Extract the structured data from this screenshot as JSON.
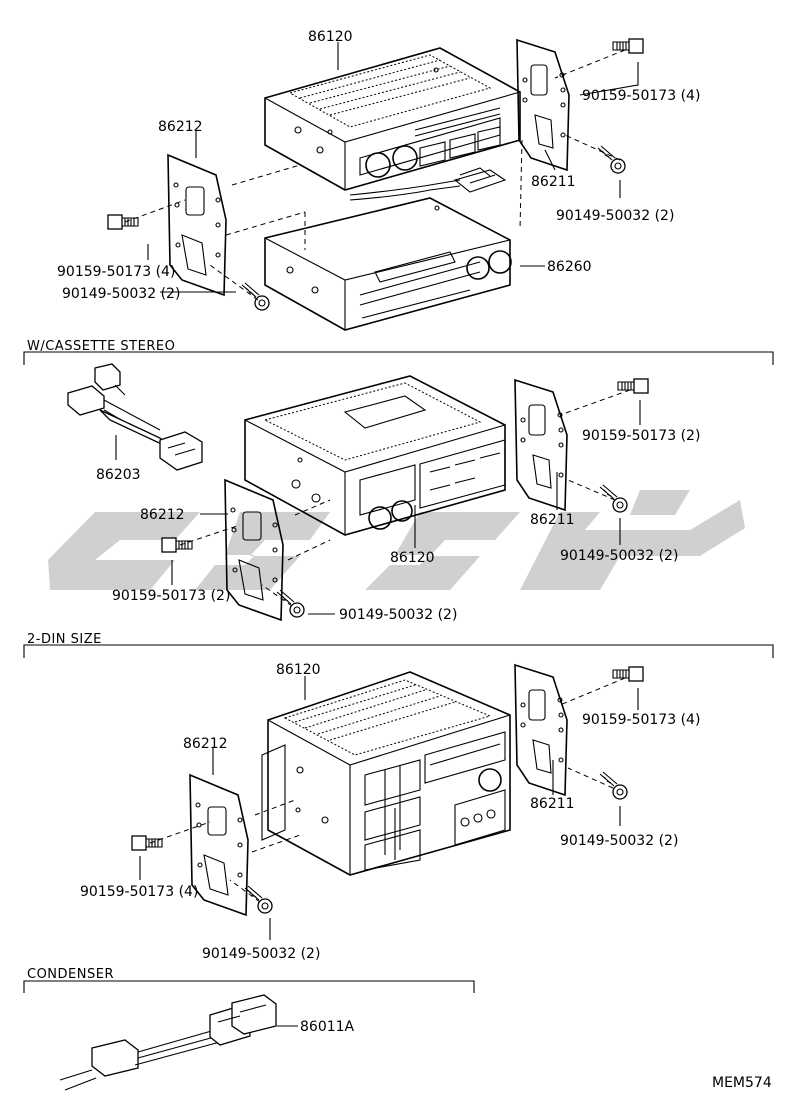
{
  "sections": {
    "cassette": "W/CASSETTE STEREO",
    "din": "2-DIN SIZE",
    "condenser": "CONDENSER"
  },
  "labels": {
    "s1_86120": "86120",
    "s1_86212": "86212",
    "s1_90159": "90159-50173 (4)",
    "s1_86211": "86211",
    "s1_90149r": "90149-50032 (2)",
    "s1_90159l": "90159-50173 (4)",
    "s1_90149l": "90149-50032 (2)",
    "s1_86260": "86260",
    "s2_86203": "86203",
    "s2_90159r": "90159-50173 (2)",
    "s2_86212": "86212",
    "s2_86211": "86211",
    "s2_86120": "86120",
    "s2_90149r": "90149-50032 (2)",
    "s2_90159l": "90159-50173 (2)",
    "s2_90149b": "90149-50032 (2)",
    "s3_86120": "86120",
    "s3_90159r": "90159-50173 (4)",
    "s3_86212": "86212",
    "s3_86211": "86211",
    "s3_90149r": "90149-50032 (2)",
    "s3_90159l": "90159-50173 (4)",
    "s3_90149b": "90149-50032 (2)",
    "s4_86011A": "86011A",
    "code": "MEM574"
  }
}
